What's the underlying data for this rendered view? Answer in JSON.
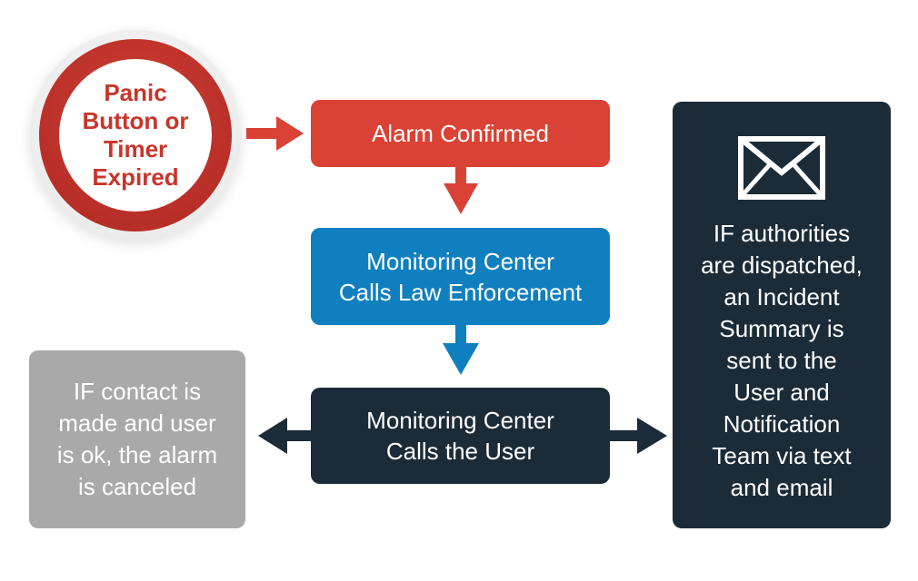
{
  "diagram": {
    "start": {
      "label": "Panic\nButton or\nTimer\nExpired",
      "color": "#c8352b"
    },
    "alarm_confirmed": {
      "label": "Alarm Confirmed",
      "color": "#d94234"
    },
    "law_enforcement": {
      "label": "Monitoring Center\nCalls Law Enforcement",
      "color": "#0f7fbf"
    },
    "calls_user": {
      "label": "Monitoring Center\nCalls the User",
      "color": "#1b2b37"
    },
    "canceled": {
      "label": "IF contact is\nmade and user\nis ok, the alarm\nis canceled",
      "color": "#a9a9a9"
    },
    "dispatched": {
      "label": "IF authorities\nare dispatched,\nan Incident\nSummary is\nsent to the\nUser and\nNotification\nTeam via text\nand email",
      "icon": "envelope-icon",
      "color": "#1b2b37"
    },
    "arrow_colors": {
      "red": "#d94234",
      "blue": "#0f7fbf",
      "dark": "#1b2b37"
    }
  }
}
